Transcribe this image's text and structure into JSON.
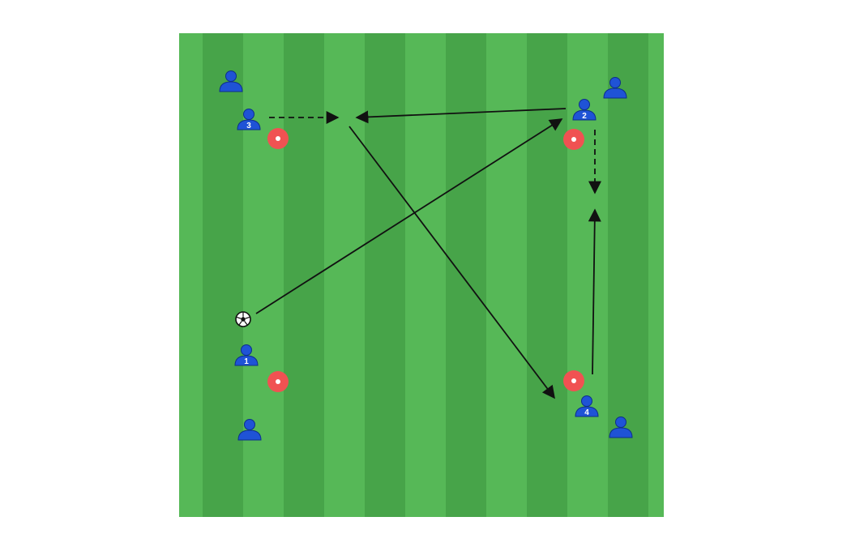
{
  "colors": {
    "grass_dark": "#47a449",
    "grass_light": "#56b857",
    "player_fill": "#1f53d6",
    "player_stroke": "#0d2f8a",
    "cone_outer": "#f05252",
    "cone_inner": "#ffffff",
    "arrow": "#111111"
  },
  "legend": {},
  "players": [
    {
      "id": "p-top-left",
      "number": ""
    },
    {
      "id": "p3",
      "number": "3"
    },
    {
      "id": "p-top-right",
      "number": ""
    },
    {
      "id": "p2",
      "number": "2"
    },
    {
      "id": "p1",
      "number": "1"
    },
    {
      "id": "p-bottom-left",
      "number": ""
    },
    {
      "id": "p4",
      "number": "4"
    },
    {
      "id": "p-bottom-right",
      "number": ""
    }
  ],
  "cones": [
    "cone-1",
    "cone-2",
    "cone-3",
    "cone-4"
  ],
  "ball": {
    "icon": "soccer-ball-icon"
  },
  "movements": [
    {
      "id": "run-3",
      "type": "run"
    },
    {
      "id": "pass-2-to-space",
      "type": "pass"
    },
    {
      "id": "pass-space-to-4",
      "type": "pass"
    },
    {
      "id": "pass-1-to-2",
      "type": "pass"
    },
    {
      "id": "run-2",
      "type": "run"
    },
    {
      "id": "pass-4-up",
      "type": "pass"
    }
  ]
}
